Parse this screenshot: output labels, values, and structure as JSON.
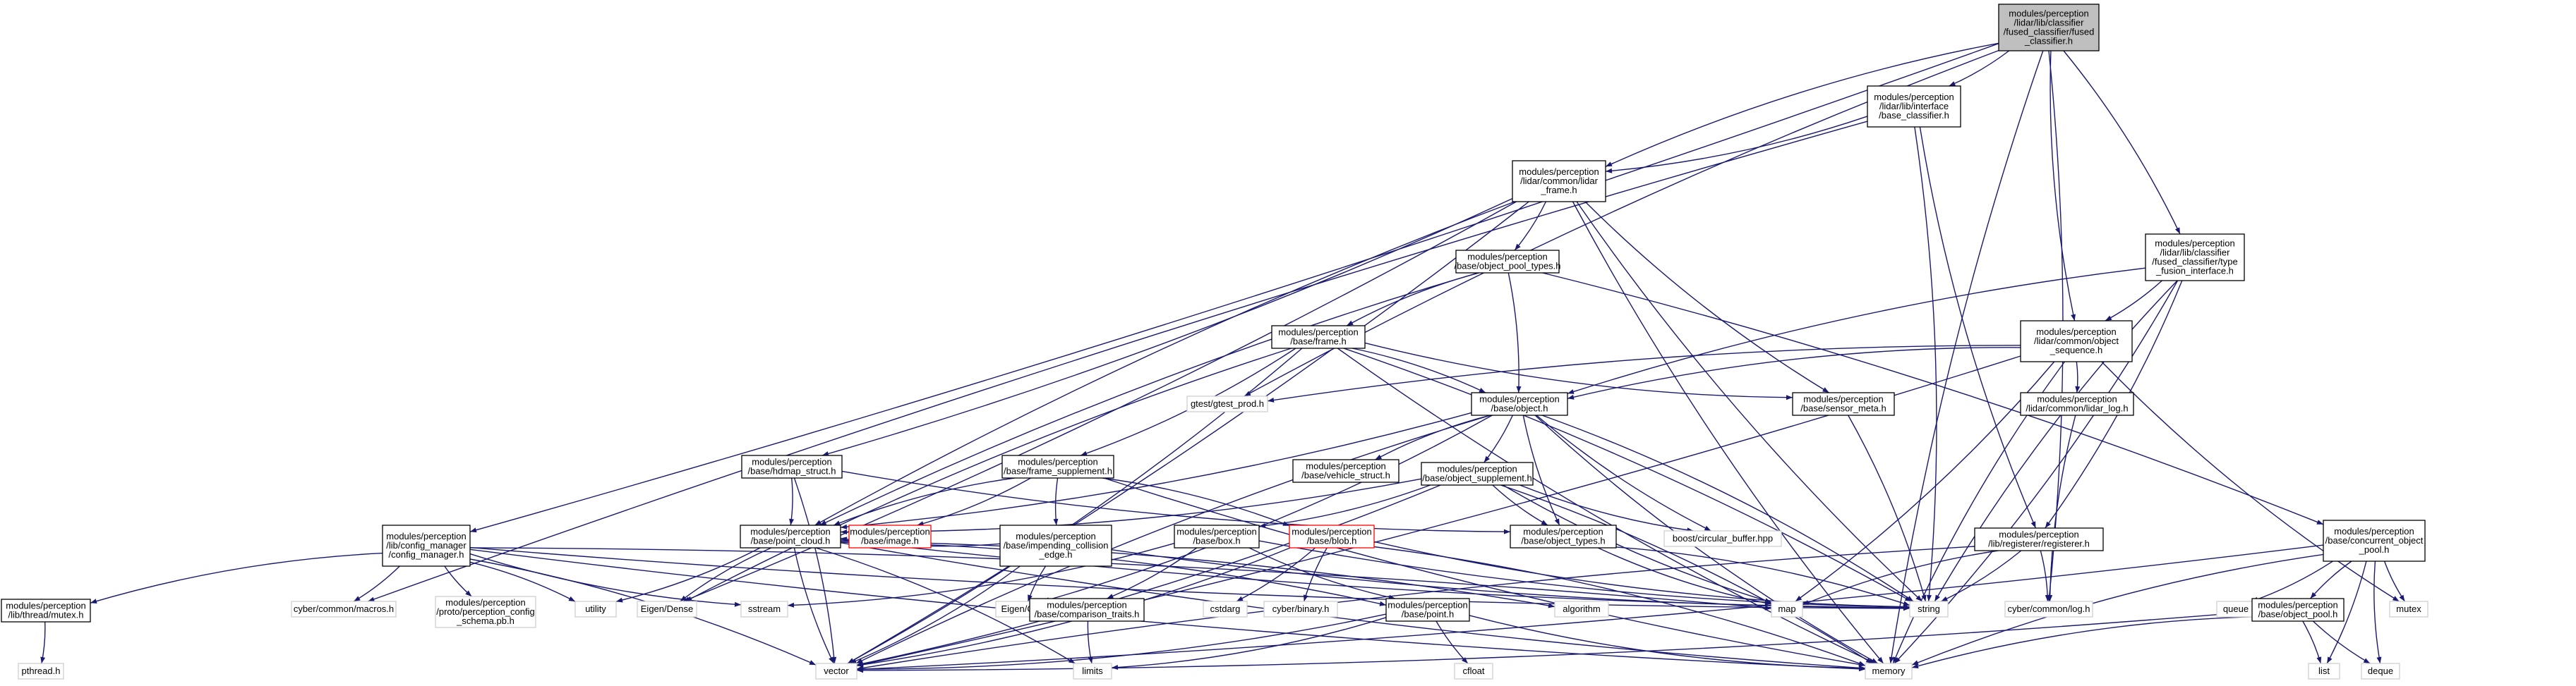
{
  "colors": {
    "edge": "#191970",
    "root_fill": "#bfbfbf",
    "node_border": "#000000",
    "external_border": "#d0d0d0",
    "missing_border": "#ff0000"
  },
  "nodes": {
    "fused_classifier": {
      "lines": [
        "modules/perception",
        "/lidar/lib/classifier",
        "/fused_classifier/fused",
        "_classifier.h"
      ],
      "kind": "root"
    },
    "base_classifier": {
      "lines": [
        "modules/perception",
        "/lidar/lib/interface",
        "/base_classifier.h"
      ],
      "kind": "normal"
    },
    "lidar_frame": {
      "lines": [
        "modules/perception",
        "/lidar/common/lidar",
        "_frame.h"
      ],
      "kind": "normal"
    },
    "fusion_interface": {
      "lines": [
        "modules/perception",
        "/lidar/lib/classifier",
        "/fused_classifier/type",
        "_fusion_interface.h"
      ],
      "kind": "normal"
    },
    "object_pool_types": {
      "lines": [
        "modules/perception",
        "/base/object_pool_types.h"
      ],
      "kind": "normal"
    },
    "object_sequence": {
      "lines": [
        "modules/perception",
        "/lidar/common/object",
        "_sequence.h"
      ],
      "kind": "normal"
    },
    "frame": {
      "lines": [
        "modules/perception",
        "/base/frame.h"
      ],
      "kind": "normal"
    },
    "object": {
      "lines": [
        "modules/perception",
        "/base/object.h"
      ],
      "kind": "normal"
    },
    "sensor_meta": {
      "lines": [
        "modules/perception",
        "/base/sensor_meta.h"
      ],
      "kind": "normal"
    },
    "lidar_log": {
      "lines": [
        "modules/perception",
        "/lidar/common/lidar_log.h"
      ],
      "kind": "normal"
    },
    "gtest_prod": {
      "lines": [
        "gtest/gtest_prod.h"
      ],
      "kind": "ext"
    },
    "hdmap_struct": {
      "lines": [
        "modules/perception",
        "/base/hdmap_struct.h"
      ],
      "kind": "normal"
    },
    "frame_supplement": {
      "lines": [
        "modules/perception",
        "/base/frame_supplement.h"
      ],
      "kind": "normal"
    },
    "vehicle_struct": {
      "lines": [
        "modules/perception",
        "/base/vehicle_struct.h"
      ],
      "kind": "normal"
    },
    "object_supplement": {
      "lines": [
        "modules/perception",
        "/base/object_supplement.h"
      ],
      "kind": "normal"
    },
    "config_manager": {
      "lines": [
        "modules/perception",
        "/lib/config_manager",
        "/config_manager.h"
      ],
      "kind": "normal"
    },
    "point_cloud": {
      "lines": [
        "modules/perception",
        "/base/point_cloud.h"
      ],
      "kind": "normal"
    },
    "image": {
      "lines": [
        "modules/perception",
        "/base/image.h"
      ],
      "kind": "red"
    },
    "impending_collision": {
      "lines": [
        "modules/perception",
        "/base/impending_collision",
        "_edge.h"
      ],
      "kind": "normal"
    },
    "box": {
      "lines": [
        "modules/perception",
        "/base/box.h"
      ],
      "kind": "normal"
    },
    "blob": {
      "lines": [
        "modules/perception",
        "/base/blob.h"
      ],
      "kind": "red"
    },
    "object_types": {
      "lines": [
        "modules/perception",
        "/base/object_types.h"
      ],
      "kind": "normal"
    },
    "circular_buffer": {
      "lines": [
        "boost/circular_buffer.hpp"
      ],
      "kind": "ext"
    },
    "registerer": {
      "lines": [
        "modules/perception",
        "/lib/registerer/registerer.h"
      ],
      "kind": "normal"
    },
    "concurrent_object_pool": {
      "lines": [
        "modules/perception",
        "/base/concurrent_object",
        "_pool.h"
      ],
      "kind": "normal"
    },
    "mutex_h": {
      "lines": [
        "modules/perception",
        "/lib/thread/mutex.h"
      ],
      "kind": "normal"
    },
    "cyber_macros": {
      "lines": [
        "cyber/common/macros.h"
      ],
      "kind": "ext"
    },
    "config_schema": {
      "lines": [
        "modules/perception",
        "/proto/perception_config",
        "_schema.pb.h"
      ],
      "kind": "ext"
    },
    "utility": {
      "lines": [
        "utility"
      ],
      "kind": "ext"
    },
    "eigen_dense": {
      "lines": [
        "Eigen/Dense"
      ],
      "kind": "ext"
    },
    "sstream": {
      "lines": [
        "sstream"
      ],
      "kind": "ext"
    },
    "eigen_core": {
      "lines": [
        "Eigen/Core"
      ],
      "kind": "ext"
    },
    "comparison_traits": {
      "lines": [
        "modules/perception",
        "/base/comparison_traits.h"
      ],
      "kind": "normal"
    },
    "cstdarg": {
      "lines": [
        "cstdarg"
      ],
      "kind": "ext"
    },
    "cyber_binary": {
      "lines": [
        "cyber/binary.h"
      ],
      "kind": "ext"
    },
    "point": {
      "lines": [
        "modules/perception",
        "/base/point.h"
      ],
      "kind": "normal"
    },
    "algorithm": {
      "lines": [
        "algorithm"
      ],
      "kind": "ext"
    },
    "map": {
      "lines": [
        "map"
      ],
      "kind": "ext"
    },
    "string": {
      "lines": [
        "string"
      ],
      "kind": "ext"
    },
    "cyber_log": {
      "lines": [
        "cyber/common/log.h"
      ],
      "kind": "ext"
    },
    "queue": {
      "lines": [
        "queue"
      ],
      "kind": "ext"
    },
    "object_pool": {
      "lines": [
        "modules/perception",
        "/base/object_pool.h"
      ],
      "kind": "normal"
    },
    "mutex": {
      "lines": [
        "mutex"
      ],
      "kind": "ext"
    },
    "pthread": {
      "lines": [
        "pthread.h"
      ],
      "kind": "ext"
    },
    "vector": {
      "lines": [
        "vector"
      ],
      "kind": "ext"
    },
    "limits": {
      "lines": [
        "limits"
      ],
      "kind": "ext"
    },
    "cfloat": {
      "lines": [
        "cfloat"
      ],
      "kind": "ext"
    },
    "memory": {
      "lines": [
        "memory"
      ],
      "kind": "ext"
    },
    "list": {
      "lines": [
        "list"
      ],
      "kind": "ext"
    },
    "deque": {
      "lines": [
        "deque"
      ],
      "kind": "ext"
    }
  },
  "edges": [
    [
      "fused_classifier",
      "base_classifier"
    ],
    [
      "fused_classifier",
      "lidar_frame"
    ],
    [
      "fused_classifier",
      "fusion_interface"
    ],
    [
      "fused_classifier",
      "object_sequence"
    ],
    [
      "fused_classifier",
      "config_manager"
    ],
    [
      "fused_classifier",
      "gtest_prod"
    ],
    [
      "fused_classifier",
      "cyber_log"
    ],
    [
      "fused_classifier",
      "memory"
    ],
    [
      "base_classifier",
      "lidar_frame"
    ],
    [
      "base_classifier",
      "registerer"
    ],
    [
      "base_classifier",
      "string"
    ],
    [
      "base_classifier",
      "cyber_macros"
    ],
    [
      "lidar_frame",
      "object_pool_types"
    ],
    [
      "lidar_frame",
      "sensor_meta"
    ],
    [
      "lidar_frame",
      "hdmap_struct"
    ],
    [
      "lidar_frame",
      "point_cloud"
    ],
    [
      "lidar_frame",
      "eigen_dense"
    ],
    [
      "lidar_frame",
      "string"
    ],
    [
      "lidar_frame",
      "vector"
    ],
    [
      "lidar_frame",
      "memory"
    ],
    [
      "fusion_interface",
      "object_sequence"
    ],
    [
      "fusion_interface",
      "object"
    ],
    [
      "fusion_interface",
      "registerer"
    ],
    [
      "fusion_interface",
      "string"
    ],
    [
      "fusion_interface",
      "memory"
    ],
    [
      "object_pool_types",
      "frame"
    ],
    [
      "object_pool_types",
      "object"
    ],
    [
      "object_pool_types",
      "point_cloud"
    ],
    [
      "object_pool_types",
      "concurrent_object_pool"
    ],
    [
      "object_sequence",
      "object"
    ],
    [
      "object_sequence",
      "lidar_log"
    ],
    [
      "object_sequence",
      "gtest_prod"
    ],
    [
      "object_sequence",
      "map"
    ],
    [
      "object_sequence",
      "mutex"
    ],
    [
      "object_sequence",
      "vector"
    ],
    [
      "object_sequence",
      "memory"
    ],
    [
      "frame",
      "object"
    ],
    [
      "frame",
      "sensor_meta"
    ],
    [
      "frame",
      "frame_supplement"
    ],
    [
      "frame",
      "eigen_dense"
    ],
    [
      "frame",
      "vector"
    ],
    [
      "frame",
      "memory"
    ],
    [
      "frame",
      "string"
    ],
    [
      "object",
      "vehicle_struct"
    ],
    [
      "object",
      "object_supplement"
    ],
    [
      "object",
      "object_types"
    ],
    [
      "object",
      "point_cloud"
    ],
    [
      "object",
      "circular_buffer"
    ],
    [
      "object",
      "eigen_core"
    ],
    [
      "object",
      "vector"
    ],
    [
      "object",
      "string"
    ],
    [
      "object",
      "memory"
    ],
    [
      "sensor_meta",
      "string"
    ],
    [
      "lidar_log",
      "cyber_log"
    ],
    [
      "hdmap_struct",
      "point_cloud"
    ],
    [
      "hdmap_struct",
      "object_types"
    ],
    [
      "hdmap_struct",
      "vector"
    ],
    [
      "frame_supplement",
      "point_cloud"
    ],
    [
      "frame_supplement",
      "image"
    ],
    [
      "frame_supplement",
      "impending_collision"
    ],
    [
      "frame_supplement",
      "blob"
    ],
    [
      "frame_supplement",
      "memory"
    ],
    [
      "object_supplement",
      "box"
    ],
    [
      "object_supplement",
      "object_types"
    ],
    [
      "object_supplement",
      "point_cloud"
    ],
    [
      "object_supplement",
      "circular_buffer"
    ],
    [
      "object_supplement",
      "vector"
    ],
    [
      "object_supplement",
      "map"
    ],
    [
      "object_supplement",
      "memory"
    ],
    [
      "config_manager",
      "mutex_h"
    ],
    [
      "config_manager",
      "cyber_macros"
    ],
    [
      "config_manager",
      "config_schema"
    ],
    [
      "config_manager",
      "utility"
    ],
    [
      "config_manager",
      "sstream"
    ],
    [
      "config_manager",
      "map"
    ],
    [
      "config_manager",
      "string"
    ],
    [
      "config_manager",
      "vector"
    ],
    [
      "config_manager",
      "memory"
    ],
    [
      "point_cloud",
      "point"
    ],
    [
      "point_cloud",
      "eigen_dense"
    ],
    [
      "point_cloud",
      "utility"
    ],
    [
      "point_cloud",
      "vector"
    ],
    [
      "point_cloud",
      "limits"
    ],
    [
      "point_cloud",
      "string"
    ],
    [
      "point_cloud",
      "algorithm"
    ],
    [
      "point_cloud",
      "memory"
    ],
    [
      "impending_collision",
      "point_cloud"
    ],
    [
      "impending_collision",
      "eigen_core"
    ],
    [
      "impending_collision",
      "vector"
    ],
    [
      "impending_collision",
      "string"
    ],
    [
      "box",
      "comparison_traits"
    ],
    [
      "box",
      "point"
    ],
    [
      "box",
      "sstream"
    ],
    [
      "box",
      "string"
    ],
    [
      "blob",
      "cstdarg"
    ],
    [
      "blob",
      "cyber_binary"
    ],
    [
      "blob",
      "vector"
    ],
    [
      "blob",
      "string"
    ],
    [
      "blob",
      "memory"
    ],
    [
      "object_types",
      "map"
    ],
    [
      "object_types",
      "string"
    ],
    [
      "registerer",
      "map"
    ],
    [
      "registerer",
      "string"
    ],
    [
      "registerer",
      "vector"
    ],
    [
      "registerer",
      "cyber_log"
    ],
    [
      "concurrent_object_pool",
      "object_pool"
    ],
    [
      "concurrent_object_pool",
      "queue"
    ],
    [
      "concurrent_object_pool",
      "mutex"
    ],
    [
      "concurrent_object_pool",
      "list"
    ],
    [
      "concurrent_object_pool",
      "deque"
    ],
    [
      "concurrent_object_pool",
      "vector"
    ],
    [
      "concurrent_object_pool",
      "memory"
    ],
    [
      "object_pool",
      "list"
    ],
    [
      "object_pool",
      "deque"
    ],
    [
      "object_pool",
      "vector"
    ],
    [
      "object_pool",
      "memory"
    ],
    [
      "mutex_h",
      "pthread"
    ],
    [
      "comparison_traits",
      "limits"
    ],
    [
      "point",
      "limits"
    ],
    [
      "point",
      "cfloat"
    ],
    [
      "point",
      "vector"
    ],
    [
      "point",
      "memory"
    ]
  ]
}
